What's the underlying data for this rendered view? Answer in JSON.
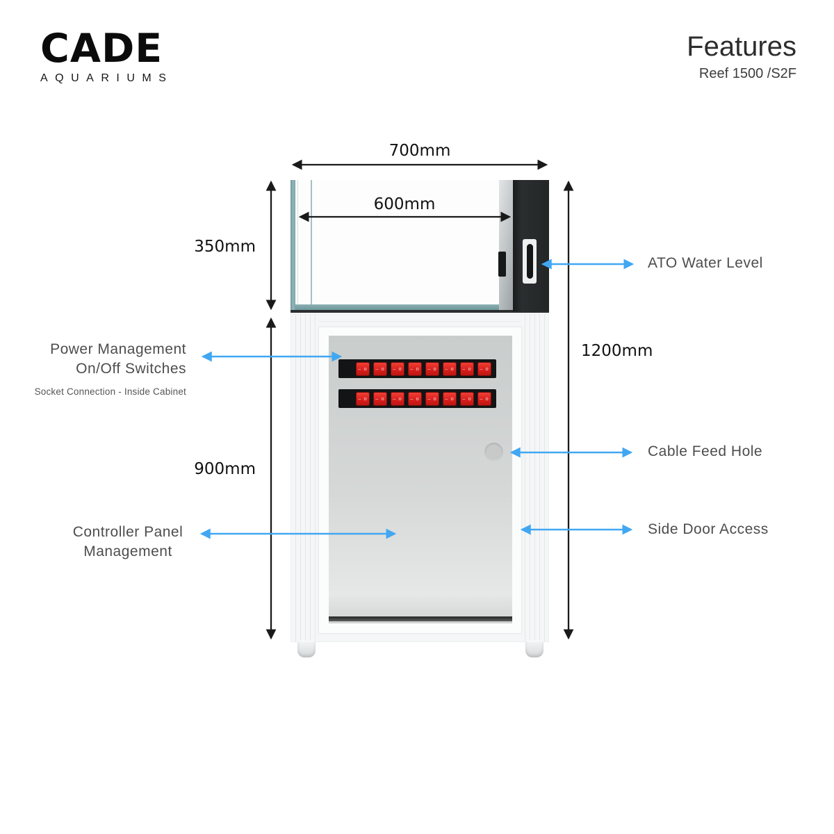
{
  "header": {
    "brand_name": "CADE",
    "brand_tagline": "AQUARIUMS",
    "title": "Features",
    "subtitle": "Reef 1500 /S2F"
  },
  "dimensions": {
    "top_width": "700mm",
    "inner_width": "600mm",
    "tank_height": "350mm",
    "cabinet_height": "900mm",
    "total_height": "1200mm"
  },
  "callouts": {
    "ato_water_level": "ATO Water Level",
    "power_line1": "Power Management",
    "power_line2": "On/Off Switches",
    "power_note": "Socket Connection - Inside Cabinet",
    "cable_feed_hole": "Cable Feed Hole",
    "controller_line1": "Controller Panel",
    "controller_line2": "Management",
    "side_door_access": "Side Door Access"
  },
  "diagram": {
    "switch_rows": 2,
    "switches_per_row": 8,
    "switch_marking": "– o"
  },
  "colors": {
    "callout_arrow_blue": "#41a7f3",
    "dimension_line_black": "#1a1a1a",
    "switch_red": "#d91f1c",
    "power_strip_black": "#131415",
    "glass_teal": "#7da6aa",
    "overflow_black": "#232527"
  }
}
